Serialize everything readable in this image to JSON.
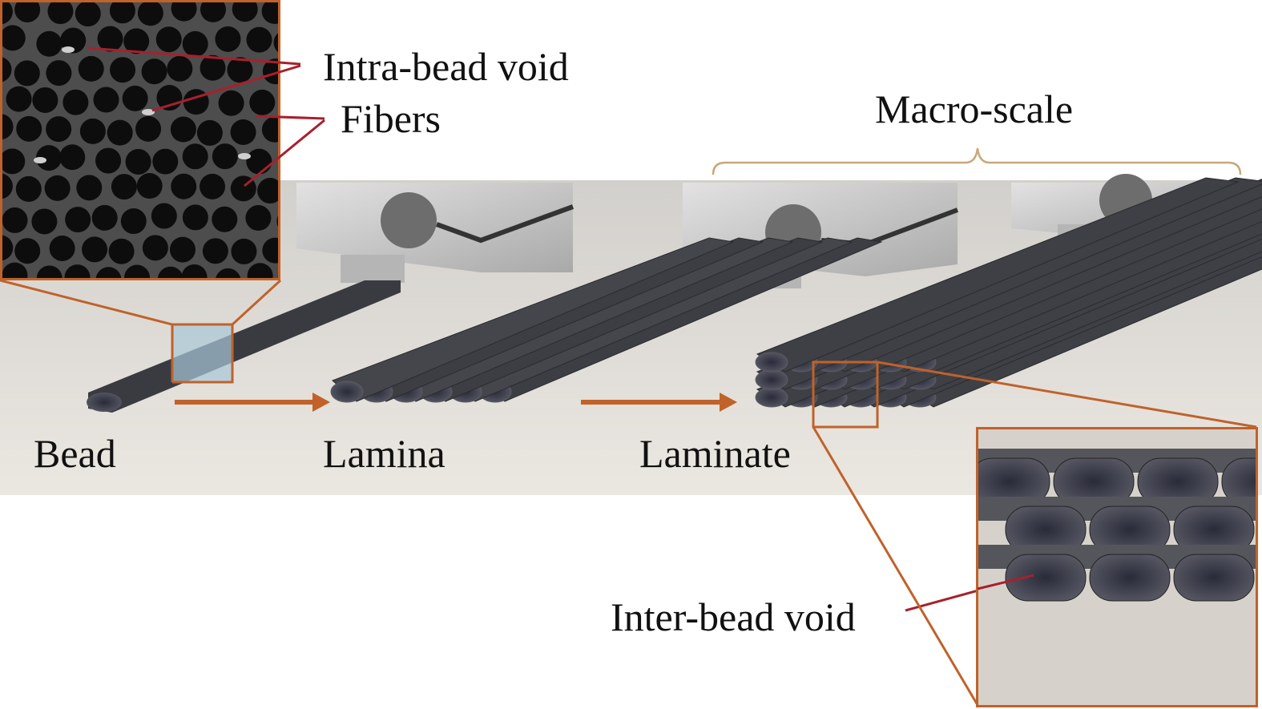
{
  "labels": {
    "intra_bead_void": "Intra-bead void",
    "fibers": "Fibers",
    "macro_scale": "Macro-scale",
    "bead": "Bead",
    "lamina": "Lamina",
    "laminate": "Laminate",
    "inter_bead_void": "Inter-bead void"
  },
  "colors": {
    "accent_orange": "#c0622a",
    "leader_red": "#a8202c",
    "bracket_tan": "#c9a77a",
    "bead_dark": "#3a3b40",
    "fiber_matrix": "#4d4d4d",
    "nozzle_gray": "#c8c8c8"
  }
}
